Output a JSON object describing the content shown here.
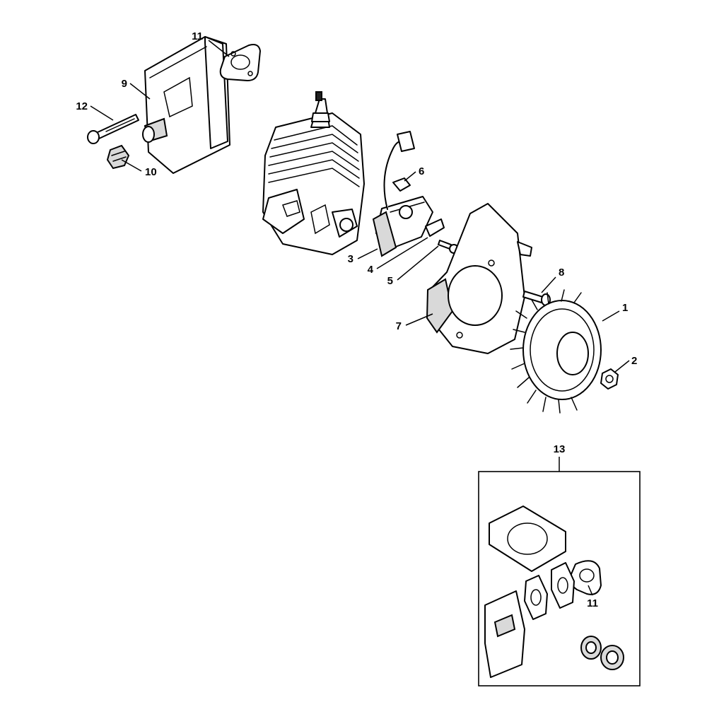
{
  "callouts": {
    "c1": "1",
    "c2": "2",
    "c3": "3",
    "c4": "4",
    "c5": "5",
    "c6": "6",
    "c7": "7",
    "c8": "8",
    "c9": "9",
    "c10": "10",
    "c11_top": "11",
    "c11_kit": "11",
    "c12": "12",
    "c13": "13"
  },
  "colors": {
    "line": "#000000",
    "background": "#ffffff",
    "shade": "#d9d9d9",
    "dark": "#222222"
  }
}
